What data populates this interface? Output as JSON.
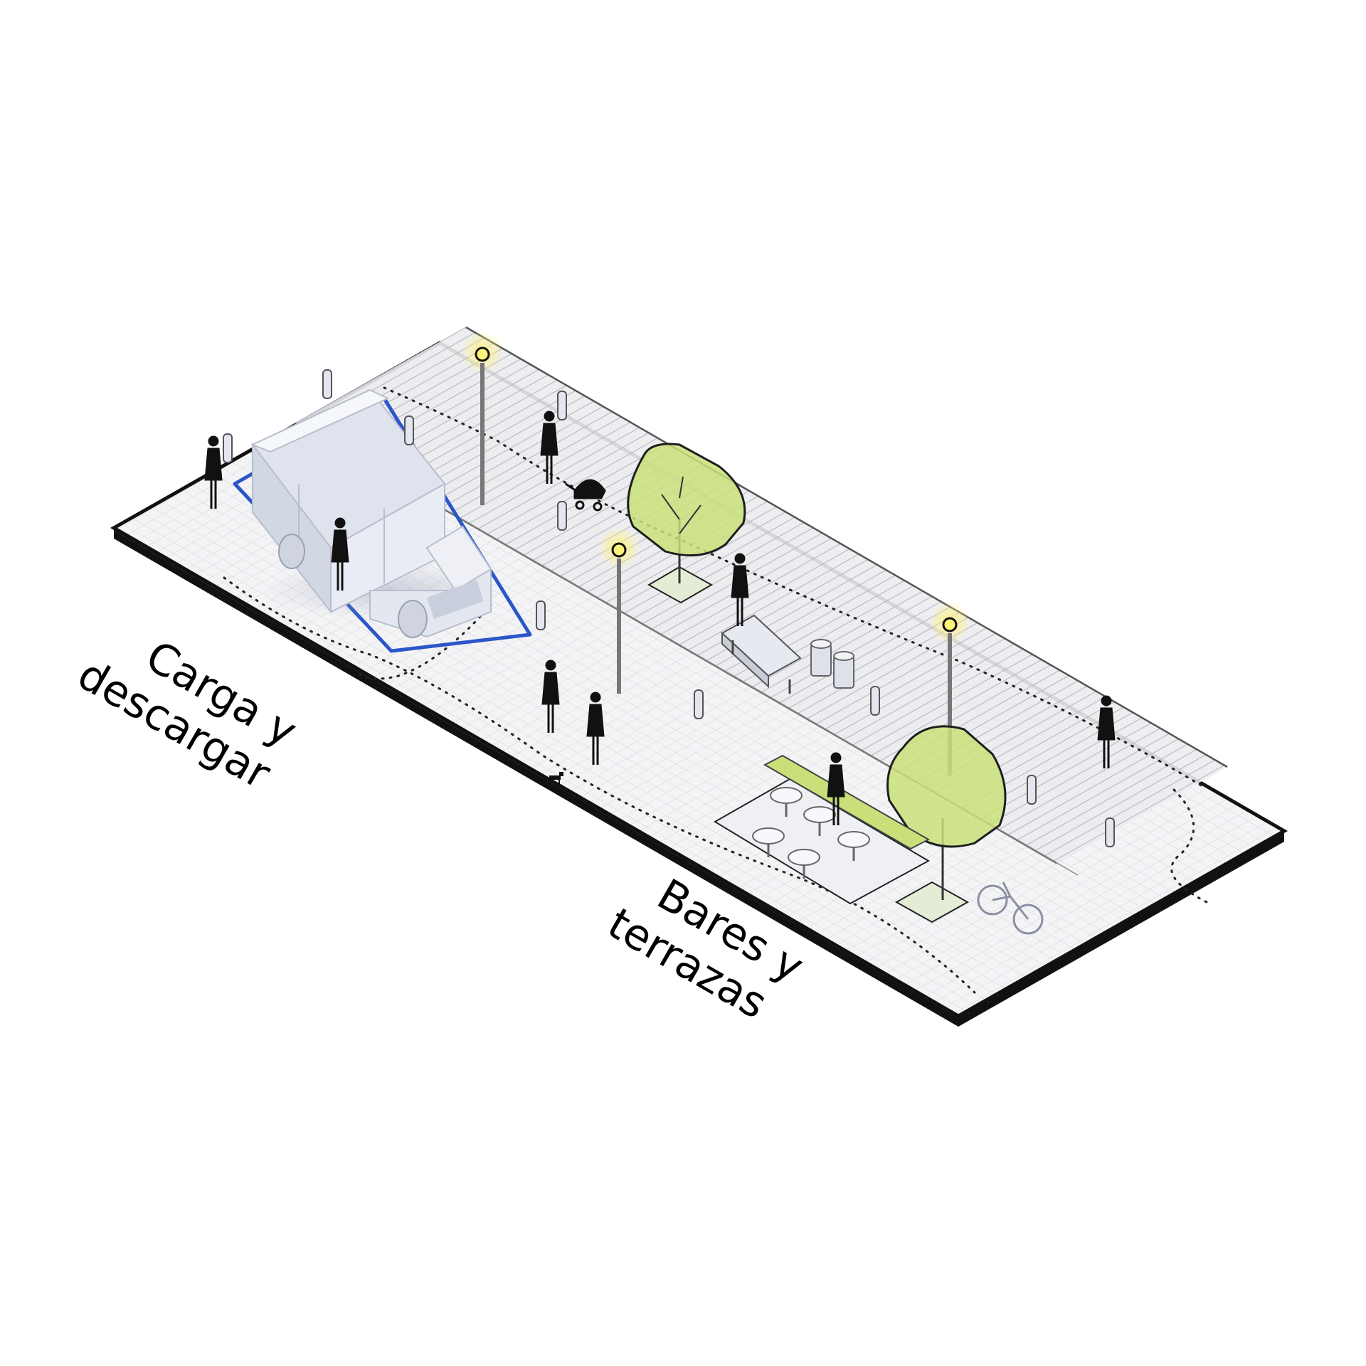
{
  "labels": {
    "loading": {
      "line1": "Carga y",
      "line2": "descargar"
    },
    "terraces": {
      "line1": "Bares y",
      "line2": "terrazas"
    }
  },
  "colors": {
    "background": "#ffffff",
    "pavement": "#f4f4f6",
    "grid": "#cfd0d6",
    "slab_edge": "#111111",
    "tree_canopy": "#c9e07a",
    "tree_outline": "#1e1e1e",
    "tree_dots": "#e4473c",
    "lamp_glow": "#fff27a",
    "loading_zone": "#2b56c9",
    "vehicle": "#e7eaf2",
    "figure": "#111111"
  },
  "icons": {
    "truck": "delivery-truck-icon",
    "lamp": "street-lamp-icon",
    "tree": "tree-icon",
    "bench": "bench-icon",
    "bin": "trash-bin-icon",
    "bollard": "bollard-icon",
    "bicycle": "bicycle-icon",
    "table": "cafe-table-icon",
    "stroller": "stroller-icon",
    "dog": "dog-icon",
    "person": "person-icon"
  }
}
